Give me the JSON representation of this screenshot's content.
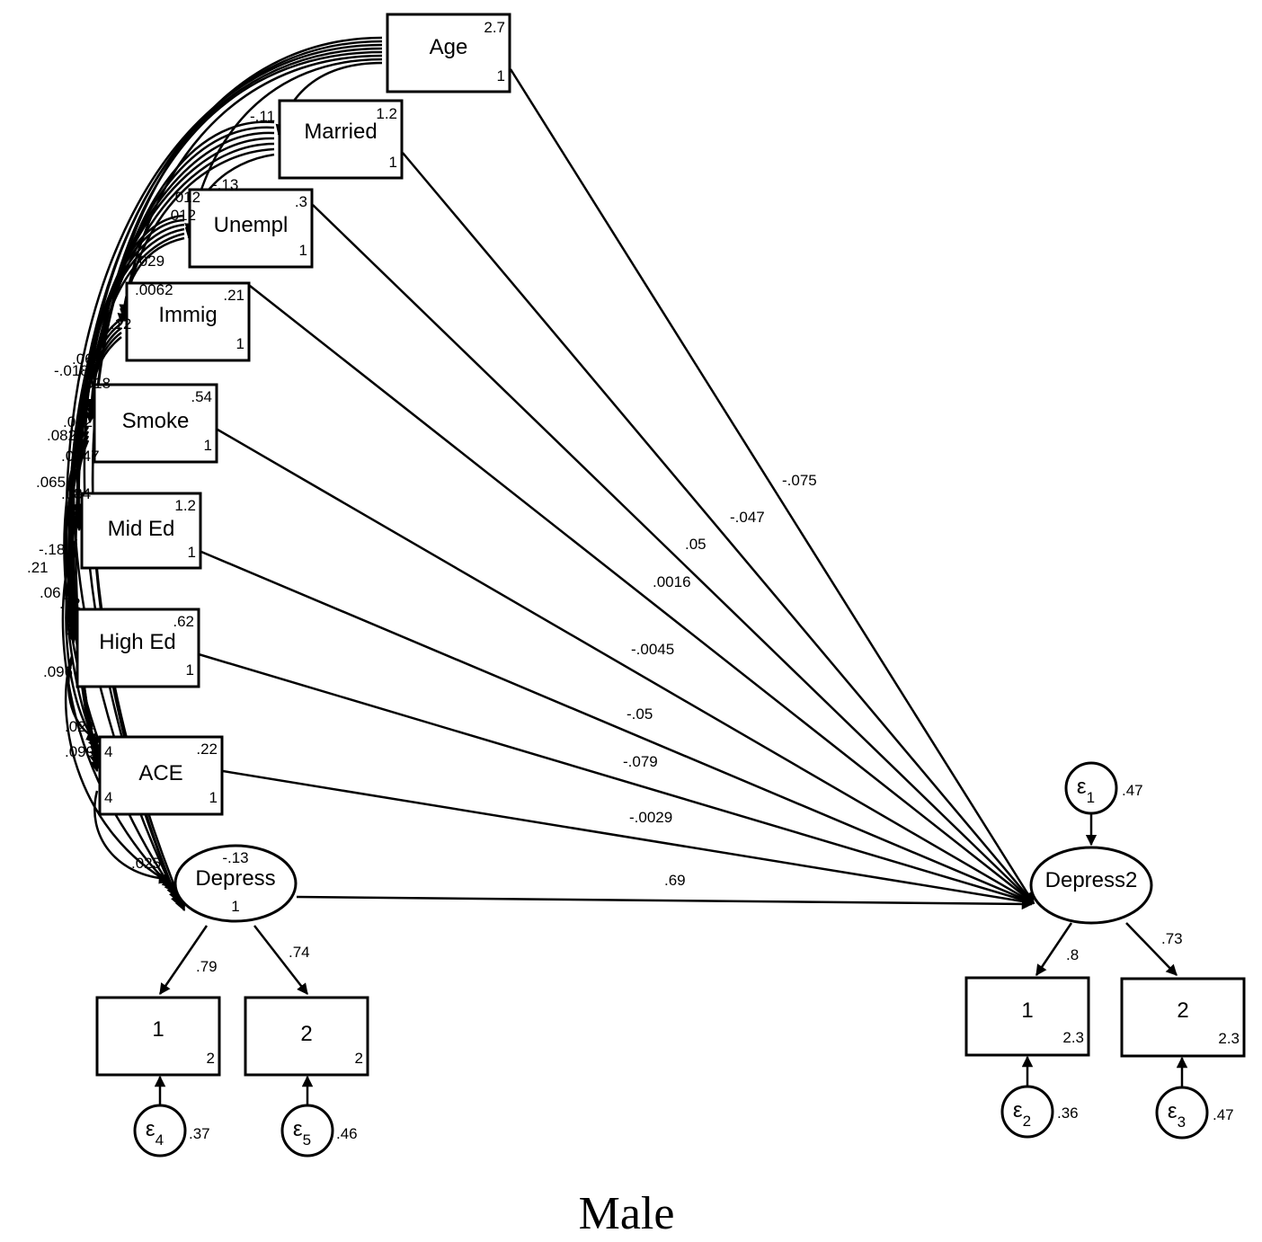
{
  "caption": "Male",
  "observed": [
    {
      "id": "age",
      "label": "Age",
      "intercept": "2.7",
      "variance": "1",
      "path": "-.075"
    },
    {
      "id": "married",
      "label": "Married",
      "intercept": "1.2",
      "variance": "1",
      "path": "-.047"
    },
    {
      "id": "unempl",
      "label": "Unempl",
      "intercept": ".3",
      "variance": "1",
      "path": ".05"
    },
    {
      "id": "immig",
      "label": "Immig",
      "intercept": ".21",
      "variance": "1",
      "path": ".0016"
    },
    {
      "id": "smoke",
      "label": "Smoke",
      "intercept": ".54",
      "variance": "1",
      "path": "-.0045"
    },
    {
      "id": "mided",
      "label": "Mid Ed",
      "intercept": "1.2",
      "variance": "1",
      "path": "-.05"
    },
    {
      "id": "highed",
      "label": "High Ed",
      "intercept": ".62",
      "variance": "1",
      "path": "-.079"
    },
    {
      "id": "ace",
      "label": "ACE",
      "intercept": ".22",
      "variance": "1",
      "path": "-.0029"
    }
  ],
  "latent1": {
    "label": "Depress",
    "mean": "-.13",
    "variance": "1",
    "path_to_latent2": ".69",
    "indicators": [
      {
        "label": "1",
        "intercept": "2",
        "loading": ".79",
        "error": "ε",
        "error_sub": "4",
        "error_var": ".37"
      },
      {
        "label": "2",
        "intercept": "2",
        "loading": ".74",
        "error": "ε",
        "error_sub": "5",
        "error_var": ".46"
      }
    ]
  },
  "latent2": {
    "label": "Depress2",
    "error": "ε",
    "error_sub": "1",
    "error_var": ".47",
    "indicators": [
      {
        "label": "1",
        "intercept": "2.3",
        "loading": ".8",
        "error": "ε",
        "error_sub": "2",
        "error_var": ".36"
      },
      {
        "label": "2",
        "intercept": "2.3",
        "loading": ".73",
        "error": "ε",
        "error_sub": "3",
        "error_var": ".47"
      }
    ]
  },
  "covariance_labels": [
    "-.11",
    "-.13",
    ".012",
    ".012",
    ".029",
    ".0062",
    "-.12",
    ".063",
    "-.018",
    ".018",
    ".022",
    ".082",
    ".0047",
    ".065",
    ".084",
    "-.18",
    ".21",
    ".06",
    ".72",
    ".096",
    ".024",
    ".099",
    "4",
    "4",
    ".025"
  ]
}
